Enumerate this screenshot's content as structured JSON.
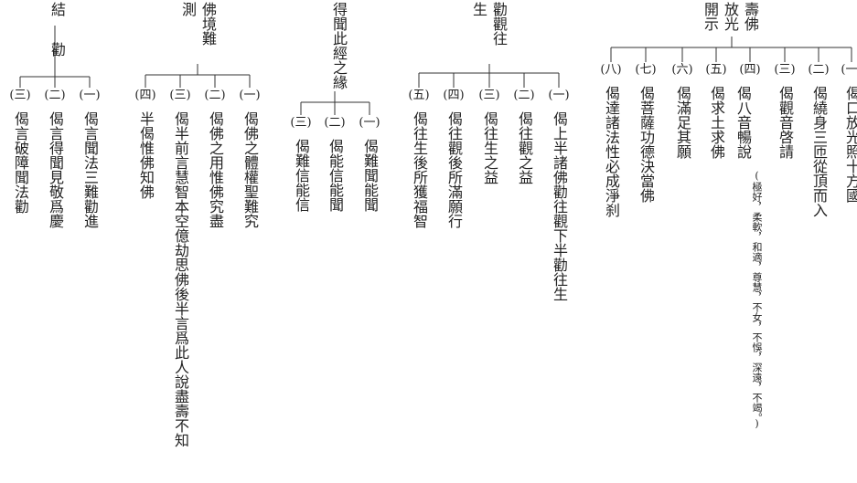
{
  "groups": [
    {
      "id": "g1",
      "header": [
        "壽佛",
        "放光",
        "開示"
      ],
      "items": [
        {
          "num": "(一)",
          "text": "偈口放光照十方國"
        },
        {
          "num": "(二)",
          "text": "偈繞身三匝從頂而入"
        },
        {
          "num": "(三)",
          "text": "偈觀音啓請"
        },
        {
          "num": "(四)",
          "text": "偈八音暢說",
          "note": "(極好，柔軟，和適，尊慧，不女，不悞，深遠，不竭。)"
        },
        {
          "num": "(五)",
          "text": "偈求土求佛"
        },
        {
          "num": "(六)",
          "text": "偈滿足其願"
        },
        {
          "num": "(七)",
          "text": "偈菩薩功德決當佛"
        },
        {
          "num": "(八)",
          "text": "偈達諸法性必成淨刹"
        }
      ]
    },
    {
      "id": "g2",
      "header": [
        "勸觀往",
        "生"
      ],
      "items": [
        {
          "num": "(一)",
          "text": "偈上半諸佛勸往觀下半勸往生"
        },
        {
          "num": "(二)",
          "text": "偈往觀之益"
        },
        {
          "num": "(三)",
          "text": "偈往生之益"
        },
        {
          "num": "(四)",
          "text": "偈往觀後所滿願行"
        },
        {
          "num": "(五)",
          "text": "偈往生後所獲福智"
        }
      ]
    },
    {
      "id": "g3",
      "header": [
        "得聞此經之緣"
      ],
      "items": [
        {
          "num": "(一)",
          "text": "偈難聞能聞"
        },
        {
          "num": "(二)",
          "text": "偈能信能聞"
        },
        {
          "num": "(三)",
          "text": "偈難信能信"
        }
      ]
    },
    {
      "id": "g4",
      "header": [
        "佛境難",
        "測"
      ],
      "items": [
        {
          "num": "(一)",
          "text": "偈佛之體權聖難究"
        },
        {
          "num": "(二)",
          "text": "偈佛之用惟佛究盡"
        },
        {
          "num": "(三)",
          "text": "偈半前言慧智本空億劫思佛後半言爲此人說盡壽不知"
        },
        {
          "num": "(四)",
          "text": "半偈惟佛知佛"
        }
      ]
    },
    {
      "id": "g5",
      "header": [
        "結",
        "勸"
      ],
      "items": [
        {
          "num": "(一)",
          "text": "偈言聞法三難勸進"
        },
        {
          "num": "(二)",
          "text": "偈言得聞見敬爲慶"
        },
        {
          "num": "(三)",
          "text": "偈言破障聞法勸"
        }
      ]
    }
  ]
}
